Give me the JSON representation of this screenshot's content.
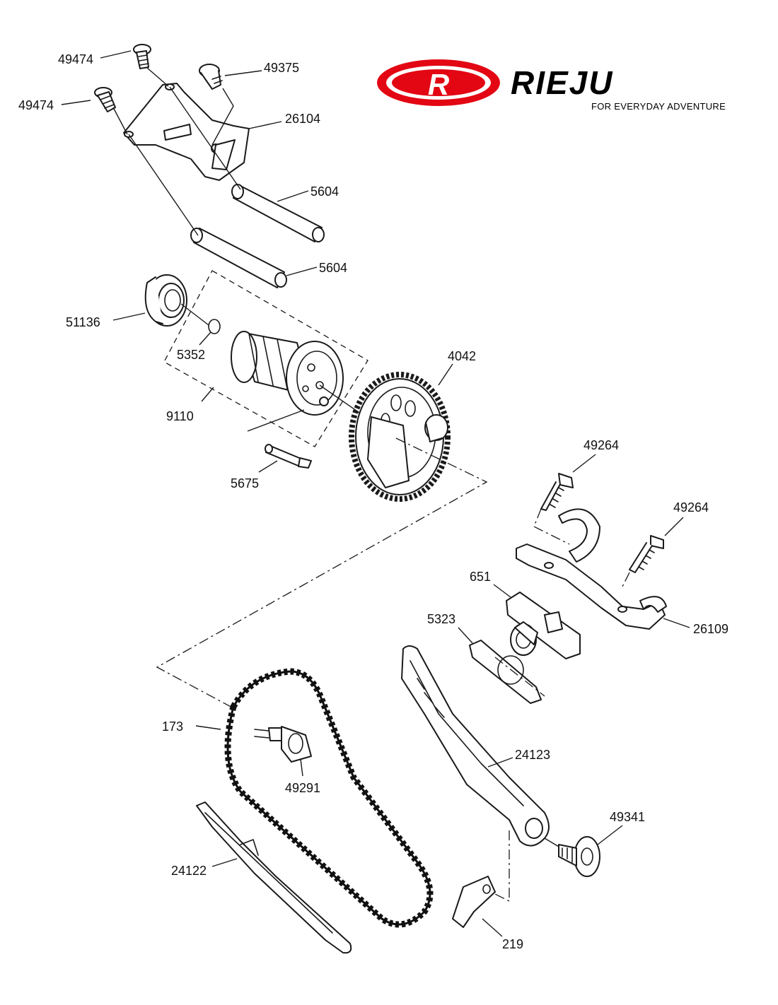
{
  "brand": {
    "name": "RIEJU",
    "tagline": "FOR EVERYDAY ADVENTURE",
    "logo_letter": "R",
    "logo_red": "#e30613",
    "logo_black": "#000000"
  },
  "labels": {
    "p49474_a": "49474",
    "p49474_b": "49474",
    "p49375": "49375",
    "p26104": "26104",
    "p5604_a": "5604",
    "p5604_b": "5604",
    "p51136": "51136",
    "p5352": "5352",
    "p9110": "9110",
    "p5675": "5675",
    "p4042": "4042",
    "p49264_a": "49264",
    "p49264_b": "49264",
    "p651": "651",
    "p5323": "5323",
    "p26109": "26109",
    "p173": "173",
    "p49291": "49291",
    "p24123": "24123",
    "p49341": "49341",
    "p24122": "24122",
    "p219": "219"
  }
}
